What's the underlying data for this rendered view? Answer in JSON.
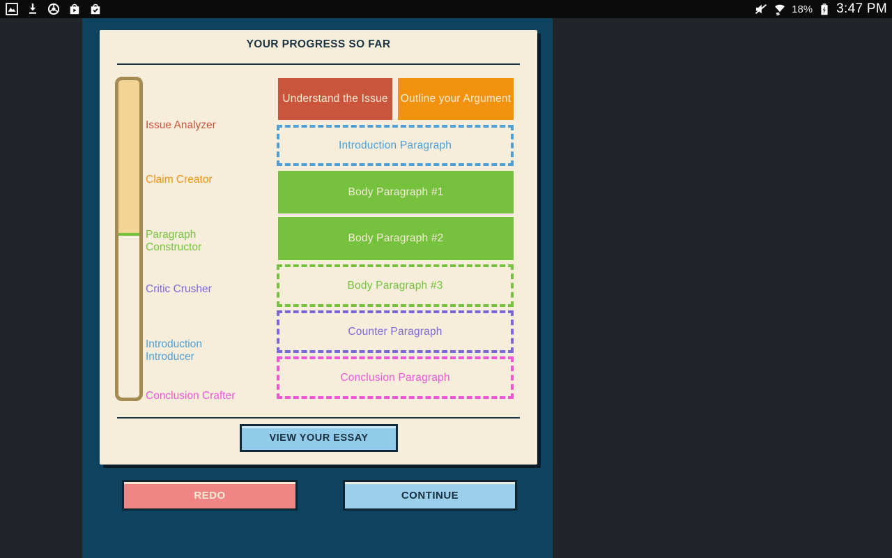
{
  "status_bar": {
    "left_icons": [
      "gallery-icon",
      "download-icon",
      "chrome-icon",
      "play-store-icon",
      "updates-done-icon"
    ],
    "right_icons": [
      "muted-speaker-icon",
      "wifi-icon",
      "battery-charging-icon"
    ],
    "battery_percent": "18%",
    "time": "3:47 PM"
  },
  "card": {
    "title": "YOUR PROGRESS SO FAR",
    "stages": [
      {
        "label": "Issue Analyzer",
        "color": "#c9553c"
      },
      {
        "label": "Claim Creator",
        "color": "#f0920e"
      },
      {
        "label": "Paragraph Constructor",
        "color": "#76c23e"
      },
      {
        "label": "Critic Crusher",
        "color": "#7b68d8"
      },
      {
        "label": "Introduction Introducer",
        "color": "#4d9fd6"
      },
      {
        "label": "Conclusion Crafter",
        "color": "#ee56d6"
      }
    ],
    "progress_meter": {
      "fill_percent": 49,
      "fill_color": "#f2d494",
      "track_border_color": "#a38b51",
      "marker_color": "#76c23e"
    },
    "boxes": [
      {
        "label": "Understand the Issue",
        "state": "complete",
        "color": "#c9553c"
      },
      {
        "label": "Outline your Argument",
        "state": "complete",
        "color": "#f0920e"
      },
      {
        "label": "Introduction Paragraph",
        "state": "pending",
        "color": "#4d9fd6"
      },
      {
        "label": "Body Paragraph #1",
        "state": "complete",
        "color": "#76c23e"
      },
      {
        "label": "Body Paragraph #2",
        "state": "complete",
        "color": "#76c23e"
      },
      {
        "label": "Body Paragraph #3",
        "state": "pending",
        "color": "#76c23e"
      },
      {
        "label": "Counter Paragraph",
        "state": "pending",
        "color": "#7b68d8"
      },
      {
        "label": "Conclusion Paragraph",
        "state": "pending",
        "color": "#ee56d6"
      }
    ],
    "view_essay_label": "VIEW YOUR ESSAY"
  },
  "footer": {
    "redo_label": "REDO",
    "continue_label": "CONTINUE"
  },
  "theme": {
    "background": "#212529",
    "status_bar_bg": "#0b0b0b",
    "panel": "#0e4360",
    "card_bg": "#f6eedb",
    "ink": "#16303f",
    "button_blue": "#93cbea",
    "button_red": "#ef8585"
  }
}
